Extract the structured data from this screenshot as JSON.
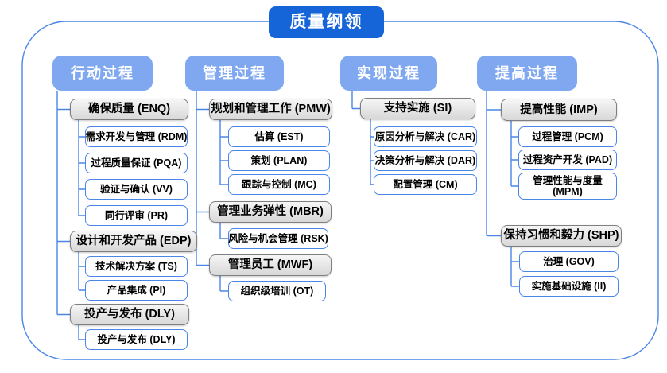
{
  "title": "质量纲领",
  "colors": {
    "brand_blue": "#1565d8",
    "header_blue": "#7fa8f0",
    "line_blue": "#4a86e8",
    "group_border_gray": "#7f7f7f",
    "group_fill_top": "#f6f6f6",
    "group_fill_bottom": "#d8d8d8"
  },
  "columns": [
    {
      "label": "行动过程",
      "groups": [
        {
          "label": "确保质量 (ENQ)",
          "children": [
            "需求开发与管理 (RDM)",
            "过程质量保证 (PQA)",
            "验证与确认 (VV)",
            "同行评审 (PR)"
          ]
        },
        {
          "label": "设计和开发产品 (EDP)",
          "children": [
            "技术解决方案 (TS)",
            "产品集成 (PI)"
          ]
        },
        {
          "label": "投产与发布 (DLY)",
          "children": [
            "投产与发布 (DLY)"
          ]
        }
      ]
    },
    {
      "label": "管理过程",
      "groups": [
        {
          "label": "规划和管理工作 (PMW)",
          "children": [
            "估算 (EST)",
            "策划 (PLAN)",
            "跟踪与控制 (MC)"
          ]
        },
        {
          "label": "管理业务弹性 (MBR)",
          "children": [
            "风险与机会管理 (RSK)"
          ]
        },
        {
          "label": "管理员工 (MWF)",
          "children": [
            "组织级培训 (OT)"
          ]
        }
      ]
    },
    {
      "label": "实现过程",
      "groups": [
        {
          "label": "支持实施 (SI)",
          "children": [
            "原因分析与解决 (CAR)",
            "决策分析与解决 (DAR)",
            "配置管理 (CM)"
          ]
        }
      ]
    },
    {
      "label": "提高过程",
      "groups": [
        {
          "label": "提高性能 (IMP)",
          "children": [
            "过程管理 (PCM)",
            "过程资产开发 (PAD)",
            "管理性能与度量 (MPM)"
          ]
        },
        {
          "label": "保持习惯和毅力 (SHP)",
          "children": [
            "治理 (GOV)",
            "实施基础设施 (II)"
          ]
        }
      ]
    }
  ]
}
